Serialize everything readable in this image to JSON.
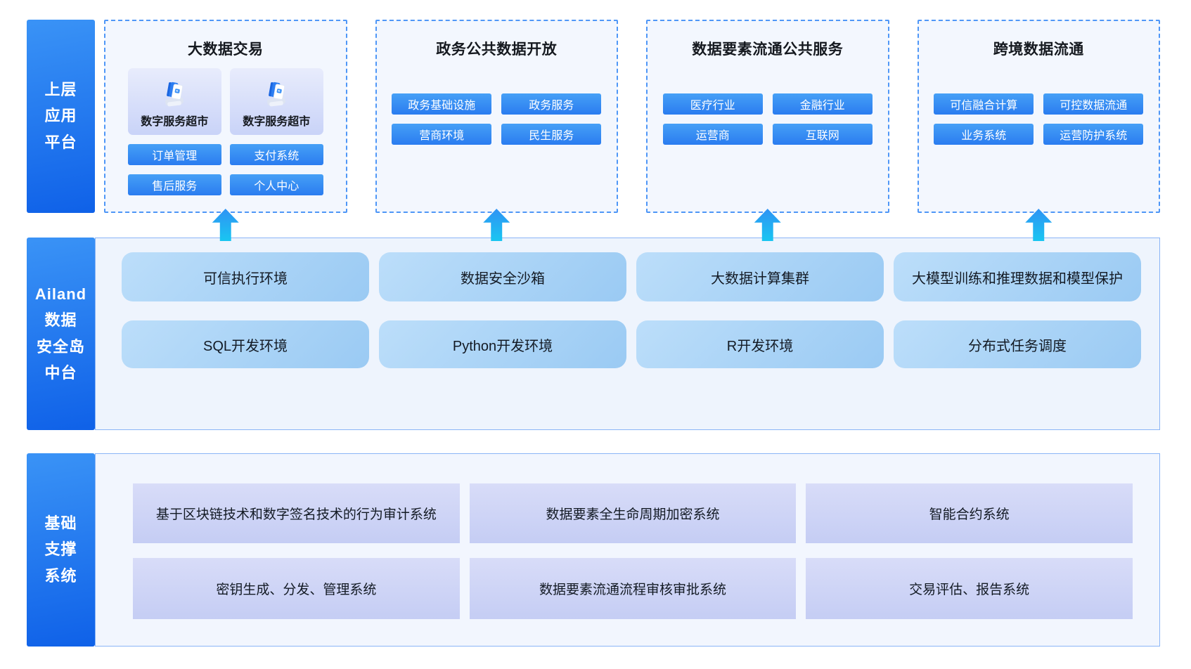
{
  "colors": {
    "sidebar_gradient_start": "#3a93f6",
    "sidebar_gradient_end": "#0f61e8",
    "dashed_border": "#4f97f7",
    "dashed_box_bg": "#f3f7fe",
    "button_gradient_start": "#46a0f6",
    "button_gradient_end": "#2a7cf0",
    "card_gradient_start": "#e8ecfc",
    "card_gradient_end": "#c9d3f8",
    "middle_panel_bg": "#eef4fd",
    "panel_border": "#8ab5f7",
    "middle_cell_start": "#bcdefa",
    "middle_cell_end": "#9acaf3",
    "bottom_panel_bg": "#f2f6fe",
    "bottom_cell_start": "#d8dcf8",
    "bottom_cell_end": "#c5cdf4",
    "arrow_gradient_top": "#2f93f4",
    "arrow_gradient_bottom": "#19c6f1",
    "text_dark": "#15191f",
    "text_white": "#ffffff"
  },
  "top": {
    "sidebar_lines": [
      "上层",
      "应用",
      "平台"
    ],
    "groups": [
      {
        "title": "大数据交易",
        "cards": [
          "数字服务超市",
          "数字服务超市"
        ],
        "buttons": [
          "订单管理",
          "支付系统",
          "售后服务",
          "个人中心"
        ]
      },
      {
        "title": "政务公共数据开放",
        "buttons": [
          "政务基础设施",
          "政务服务",
          "营商环境",
          "民生服务"
        ]
      },
      {
        "title": "数据要素流通公共服务",
        "buttons": [
          "医疗行业",
          "金融行业",
          "运营商",
          "互联网"
        ]
      },
      {
        "title": "跨境数据流通",
        "buttons": [
          "可信融合计算",
          "可控数据流通",
          "业务系统",
          "运营防护系统"
        ]
      }
    ]
  },
  "middle": {
    "sidebar_lines": [
      "Ailand",
      "数据",
      "安全岛",
      "中台"
    ],
    "row1": [
      "可信执行环境",
      "数据安全沙箱",
      "大数据计算集群",
      "大模型训练和推理数据和模型保护"
    ],
    "row2": [
      "SQL开发环境",
      "Python开发环境",
      "R开发环境",
      "分布式任务调度"
    ]
  },
  "bottom": {
    "sidebar_lines": [
      "基础",
      "支撑",
      "系统"
    ],
    "row1": [
      "基于区块链技术和数字签名技术的行为审计系统",
      "数据要素全生命周期加密系统",
      "智能合约系统"
    ],
    "row2": [
      "密钥生成、分发、管理系统",
      "数据要素流通流程审核审批系统",
      "交易评估、报告系统"
    ]
  }
}
